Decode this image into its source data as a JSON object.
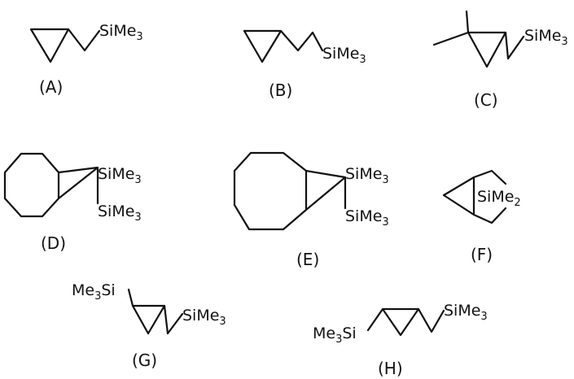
{
  "figure": {
    "compounds": [
      {
        "id": "A",
        "label": "(A)",
        "groups": [
          {
            "main": "SiMe",
            "sub": "3"
          }
        ]
      },
      {
        "id": "B",
        "label": "(B)",
        "groups": [
          {
            "main": "SiMe",
            "sub": "3"
          }
        ]
      },
      {
        "id": "C",
        "label": "(C)",
        "groups": [
          {
            "main": "SiMe",
            "sub": "3"
          }
        ]
      },
      {
        "id": "D",
        "label": "(D)",
        "groups": [
          {
            "main": "SiMe",
            "sub": "3"
          },
          {
            "main": "SiMe",
            "sub": "3"
          }
        ]
      },
      {
        "id": "E",
        "label": "(E)",
        "groups": [
          {
            "main": "SiMe",
            "sub": "3"
          },
          {
            "main": "SiMe",
            "sub": "3"
          }
        ]
      },
      {
        "id": "F",
        "label": "(F)",
        "groups": [
          {
            "main": "SiMe",
            "sub": "2"
          }
        ]
      },
      {
        "id": "G",
        "label": "(G)",
        "groups": [
          {
            "pre": "Me",
            "sub": "3",
            "post": "Si"
          },
          {
            "main": "SiMe",
            "sub": "3"
          }
        ]
      },
      {
        "id": "H",
        "label": "(H)",
        "groups": [
          {
            "pre": "Me",
            "sub": "3",
            "post": "Si"
          },
          {
            "main": "SiMe",
            "sub": "3"
          }
        ]
      }
    ]
  }
}
